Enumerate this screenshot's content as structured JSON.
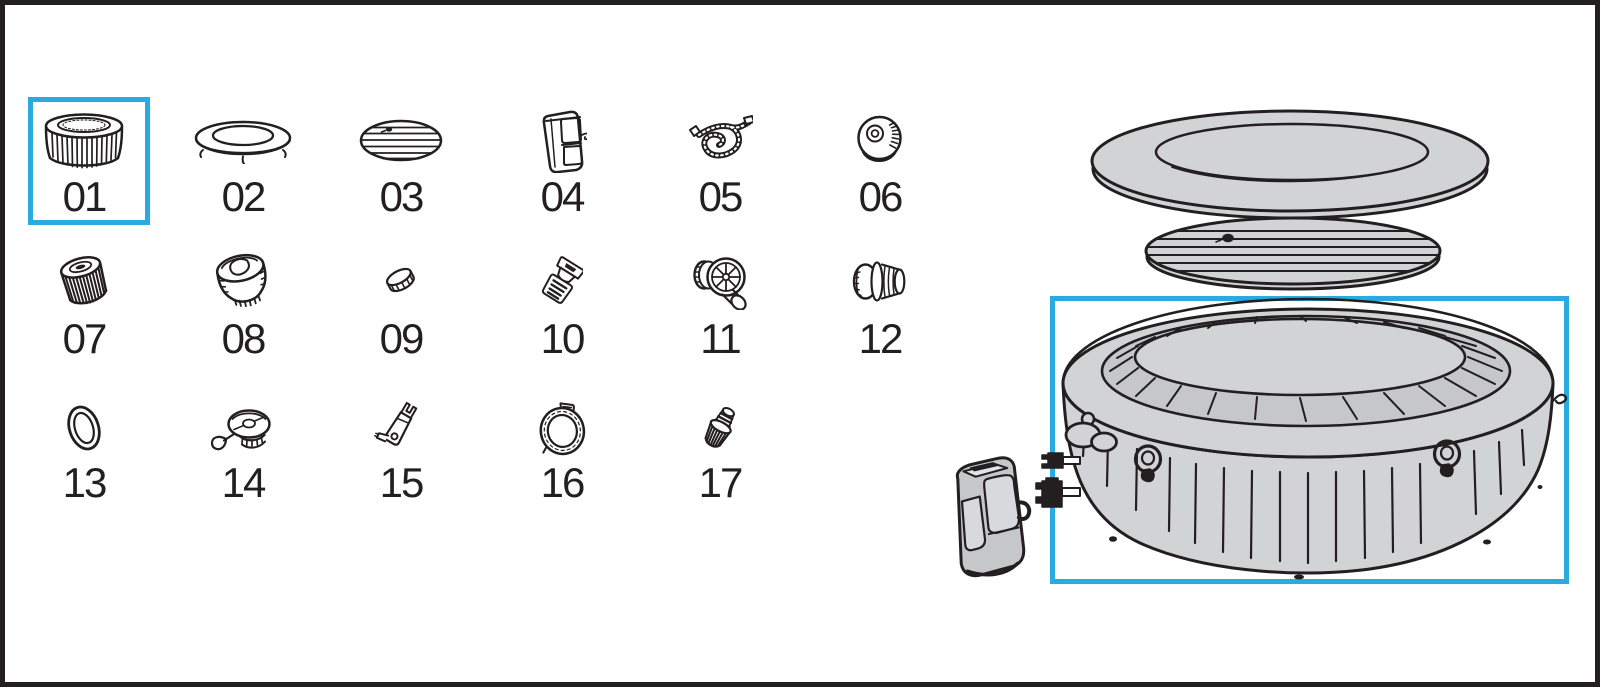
{
  "colors": {
    "highlight_blue": "#29ABE2",
    "line_dark": "#231F20",
    "fill_gray": "#D2D3D5",
    "fill_gray_dark": "#C6C7C9",
    "background": "#FFFFFF"
  },
  "parts": {
    "items": [
      {
        "number": "01",
        "icon": "filter-cartridge-large-icon",
        "highlighted": true
      },
      {
        "number": "02",
        "icon": "cover-ring-icon",
        "highlighted": false
      },
      {
        "number": "03",
        "icon": "inflatable-lid-icon",
        "highlighted": false
      },
      {
        "number": "04",
        "icon": "pump-unit-icon",
        "highlighted": false
      },
      {
        "number": "05",
        "icon": "inflation-hose-icon",
        "highlighted": false
      },
      {
        "number": "06",
        "icon": "filter-housing-cap-icon",
        "highlighted": false
      },
      {
        "number": "07",
        "icon": "filter-cartridge-small-icon",
        "highlighted": false
      },
      {
        "number": "08",
        "icon": "valve-cap-icon",
        "highlighted": false
      },
      {
        "number": "09",
        "icon": "seal-ring-band-icon",
        "highlighted": false
      },
      {
        "number": "10",
        "icon": "buckle-clip-icon",
        "highlighted": false
      },
      {
        "number": "11",
        "icon": "elbow-strainer-icon",
        "highlighted": false
      },
      {
        "number": "12",
        "icon": "threaded-connector-icon",
        "highlighted": false
      },
      {
        "number": "13",
        "icon": "o-ring-icon",
        "highlighted": false
      },
      {
        "number": "14",
        "icon": "air-valve-cap-icon",
        "highlighted": false
      },
      {
        "number": "15",
        "icon": "wrench-tool-icon",
        "highlighted": false
      },
      {
        "number": "16",
        "icon": "clamp-ring-icon",
        "highlighted": false
      },
      {
        "number": "17",
        "icon": "hose-adapter-icon",
        "highlighted": false
      }
    ]
  },
  "illustration": {
    "components": [
      {
        "name": "spa-cover",
        "highlighted": false
      },
      {
        "name": "inflatable-lid",
        "highlighted": false
      },
      {
        "name": "spa-tub-body",
        "highlighted": true
      },
      {
        "name": "pump-unit",
        "highlighted": false
      }
    ]
  }
}
